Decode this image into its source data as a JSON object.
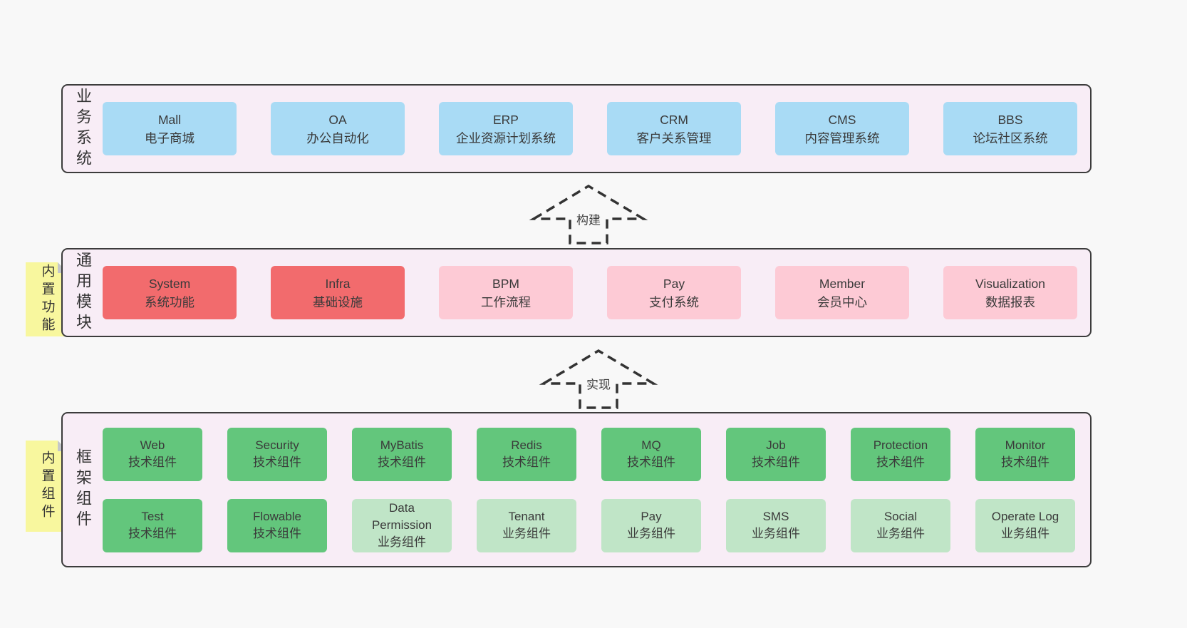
{
  "diagram": {
    "arrows": [
      {
        "id": "build",
        "label": "构建"
      },
      {
        "id": "implement",
        "label": "实现"
      }
    ],
    "layers": [
      {
        "id": "business",
        "side_label": "业务系统",
        "sticky_note": null,
        "boxes": [
          {
            "name": "Mall",
            "subtitle": "电子商城",
            "variant": "blue"
          },
          {
            "name": "OA",
            "subtitle": "办公自动化",
            "variant": "blue"
          },
          {
            "name": "ERP",
            "subtitle": "企业资源计划系统",
            "variant": "blue"
          },
          {
            "name": "CRM",
            "subtitle": "客户关系管理",
            "variant": "blue"
          },
          {
            "name": "CMS",
            "subtitle": "内容管理系统",
            "variant": "blue"
          },
          {
            "name": "BBS",
            "subtitle": "论坛社区系统",
            "variant": "blue"
          }
        ]
      },
      {
        "id": "modules",
        "side_label": "通用模块",
        "sticky_note": "内置功能",
        "boxes": [
          {
            "name": "System",
            "subtitle": "系统功能",
            "variant": "red"
          },
          {
            "name": "Infra",
            "subtitle": "基础设施",
            "variant": "red"
          },
          {
            "name": "BPM",
            "subtitle": "工作流程",
            "variant": "pink"
          },
          {
            "name": "Pay",
            "subtitle": "支付系统",
            "variant": "pink"
          },
          {
            "name": "Member",
            "subtitle": "会员中心",
            "variant": "pink"
          },
          {
            "name": "Visualization",
            "subtitle": "数据报表",
            "variant": "pink"
          }
        ]
      },
      {
        "id": "components",
        "side_label": "框架组件",
        "sticky_note": "内置组件",
        "boxes": [
          {
            "name": "Web",
            "subtitle": "技术组件",
            "variant": "green"
          },
          {
            "name": "Security",
            "subtitle": "技术组件",
            "variant": "green"
          },
          {
            "name": "MyBatis",
            "subtitle": "技术组件",
            "variant": "green"
          },
          {
            "name": "Redis",
            "subtitle": "技术组件",
            "variant": "green"
          },
          {
            "name": "MQ",
            "subtitle": "技术组件",
            "variant": "green"
          },
          {
            "name": "Job",
            "subtitle": "技术组件",
            "variant": "green"
          },
          {
            "name": "Protection",
            "subtitle": "技术组件",
            "variant": "green"
          },
          {
            "name": "Monitor",
            "subtitle": "技术组件",
            "variant": "green"
          },
          {
            "name": "Test",
            "subtitle": "技术组件",
            "variant": "green"
          },
          {
            "name": "Flowable",
            "subtitle": "技术组件",
            "variant": "green"
          },
          {
            "name": "Data Permission",
            "subtitle": "业务组件",
            "variant": "light_green"
          },
          {
            "name": "Tenant",
            "subtitle": "业务组件",
            "variant": "light_green"
          },
          {
            "name": "Pay",
            "subtitle": "业务组件",
            "variant": "light_green"
          },
          {
            "name": "SMS",
            "subtitle": "业务组件",
            "variant": "light_green"
          },
          {
            "name": "Social",
            "subtitle": "业务组件",
            "variant": "light_green"
          },
          {
            "name": "Operate Log",
            "subtitle": "业务组件",
            "variant": "light_green"
          }
        ]
      }
    ]
  },
  "colors": {
    "page_bg": "#f8f8f8",
    "panel_bg": "#f8edf6",
    "panel_border": "#3c3c3c",
    "blue": "#a9dbf5",
    "red": "#f26b6d",
    "pink": "#fdcad5",
    "green": "#63c67c",
    "light_green": "#c0e5c7",
    "note_yellow": "#f8f79e",
    "note_fold": "#c4c6c9",
    "text": "#3a3a3a"
  }
}
